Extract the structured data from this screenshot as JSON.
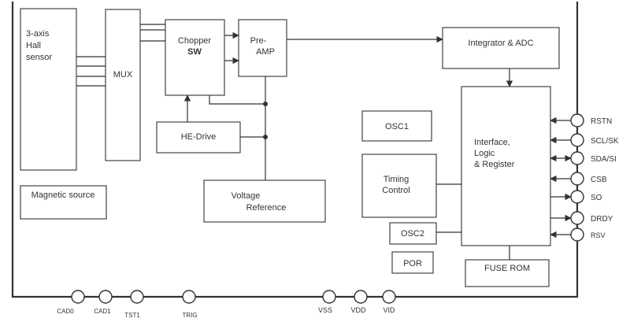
{
  "blocks": {
    "hall": [
      "3-axis",
      "Hall",
      "sensor"
    ],
    "mux": "MUX",
    "chopper": [
      "Chopper",
      "SW"
    ],
    "preamp": [
      "Pre-",
      "AMP"
    ],
    "integrator": "Integrator & ADC",
    "hedrive": "HE-Drive",
    "vref": [
      "Voltage",
      "Reference"
    ],
    "magnetic": "Magnetic source",
    "osc1": "OSC1",
    "timing": [
      "Timing",
      "Control"
    ],
    "osc2": "OSC2",
    "por": "POR",
    "interface": [
      "Interface,",
      "Logic",
      "& Register"
    ],
    "fuserom": "FUSE ROM"
  },
  "right_pins": [
    {
      "label": "RSTN",
      "direction": "in"
    },
    {
      "label": "SCL/SK",
      "direction": "in"
    },
    {
      "label": "SDA/SI",
      "direction": "bidirectional"
    },
    {
      "label": "CSB",
      "direction": "in"
    },
    {
      "label": "SO",
      "direction": "out"
    },
    {
      "label": "DRDY",
      "direction": "out"
    },
    {
      "label": "RSV",
      "direction": "in"
    }
  ],
  "bottom_pins": [
    "CAD0",
    "CAD1",
    "TST1",
    "TRIG",
    "VSS",
    "VDD",
    "VID"
  ]
}
